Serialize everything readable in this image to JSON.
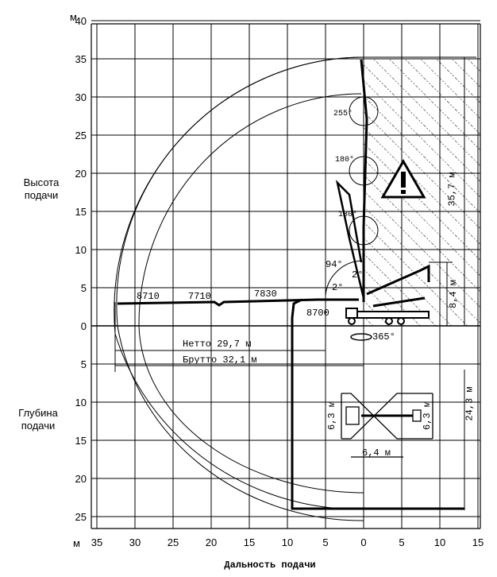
{
  "axes": {
    "y_unit": "м",
    "x_unit": "м",
    "y_title_top": "Высота подачи",
    "y_title_bottom": "Глубина подачи",
    "x_title": "Дальность подачи",
    "y_ticks": [
      {
        "label": "40",
        "value": 40
      },
      {
        "label": "35",
        "value": 35
      },
      {
        "label": "30",
        "value": 30
      },
      {
        "label": "25",
        "value": 25
      },
      {
        "label": "20",
        "value": 20
      },
      {
        "label": "15",
        "value": 15
      },
      {
        "label": "10",
        "value": 10
      },
      {
        "label": "5",
        "value": 5
      },
      {
        "label": "0",
        "value": 0
      },
      {
        "label": "5",
        "value": -5
      },
      {
        "label": "10",
        "value": -10
      },
      {
        "label": "15",
        "value": -15
      },
      {
        "label": "20",
        "value": -20
      },
      {
        "label": "25",
        "value": -25
      }
    ],
    "x_ticks": [
      {
        "label": "35",
        "value": -35
      },
      {
        "label": "30",
        "value": -30
      },
      {
        "label": "25",
        "value": -25
      },
      {
        "label": "20",
        "value": -20
      },
      {
        "label": "15",
        "value": -15
      },
      {
        "label": "10",
        "value": -10
      },
      {
        "label": "5",
        "value": -5
      },
      {
        "label": "0",
        "value": 0
      },
      {
        "label": "5",
        "value": 5
      },
      {
        "label": "10",
        "value": 10
      },
      {
        "label": "15",
        "value": 15
      }
    ]
  },
  "boom_sections": [
    "8710",
    "7710",
    "7830",
    "8700"
  ],
  "angles": {
    "a94": "94°",
    "a2a": "2°",
    "a2b": "2°",
    "a255": "255°",
    "a180a": "180°",
    "a180b": "180°",
    "a365": "365°"
  },
  "dimensions": {
    "netto": "Нетто 29,7 м",
    "brutto": "Брутто 32,1 м",
    "height_total": "35,7 м",
    "height_base": "8,4 м",
    "depth_total": "24,3 м",
    "outrigger_left": "6,3 м",
    "outrigger_right": "6,3 м",
    "outrigger_width": "6,4 м"
  }
}
